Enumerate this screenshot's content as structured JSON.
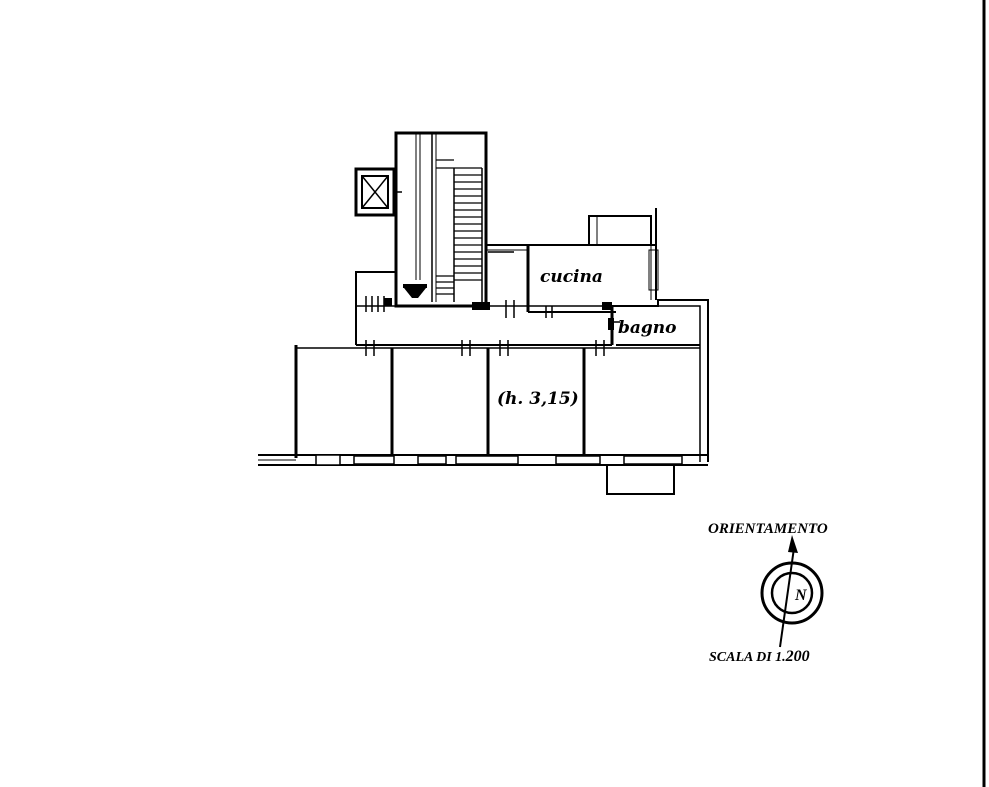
{
  "plan": {
    "room_labels": {
      "kitchen": "cucina",
      "bathroom": "bagno",
      "ceiling_height": "(h. 3,15)"
    }
  },
  "legend": {
    "orientation_title": "ORIENTAMENTO",
    "north_letter": "N",
    "scale_prefix": "SCALA DI 1.",
    "scale_value": "200"
  },
  "colors": {
    "ink": "#000000",
    "paper": "#ffffff"
  }
}
